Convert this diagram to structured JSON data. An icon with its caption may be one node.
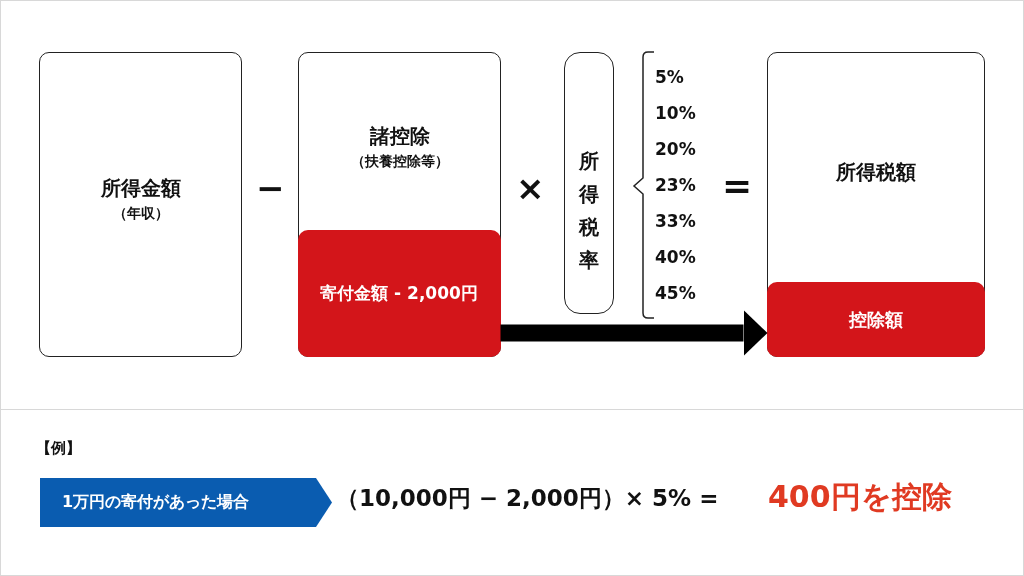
{
  "diagram": {
    "nodes": [
      {
        "text": [
          "所得金額",
          "（年収）"
        ]
      },
      {
        "text": [
          "諸控除",
          "（扶養控除等）"
        ]
      },
      {
        "text": [
          "寄付金額 - 2,000円"
        ],
        "in": 1
      },
      {
        "text": [
          "所得税率"
        ]
      },
      {
        "text": [
          "所得税額"
        ]
      },
      {
        "text": [
          "控除額"
        ],
        "in": 4
      },
      {
        "text": [
          "1万円の寄付があった場合"
        ]
      }
    ],
    "edges": [
      {
        "from": 2,
        "to": 5,
        "arrow": "to"
      }
    ],
    "labels": [
      "−",
      "×",
      "5%",
      "10%",
      "20%",
      "23%",
      "33%",
      "40%",
      "45%",
      "=",
      "【例】",
      "（10,000円 − 2,000円）× 5% =",
      "400円を控除"
    ]
  }
}
